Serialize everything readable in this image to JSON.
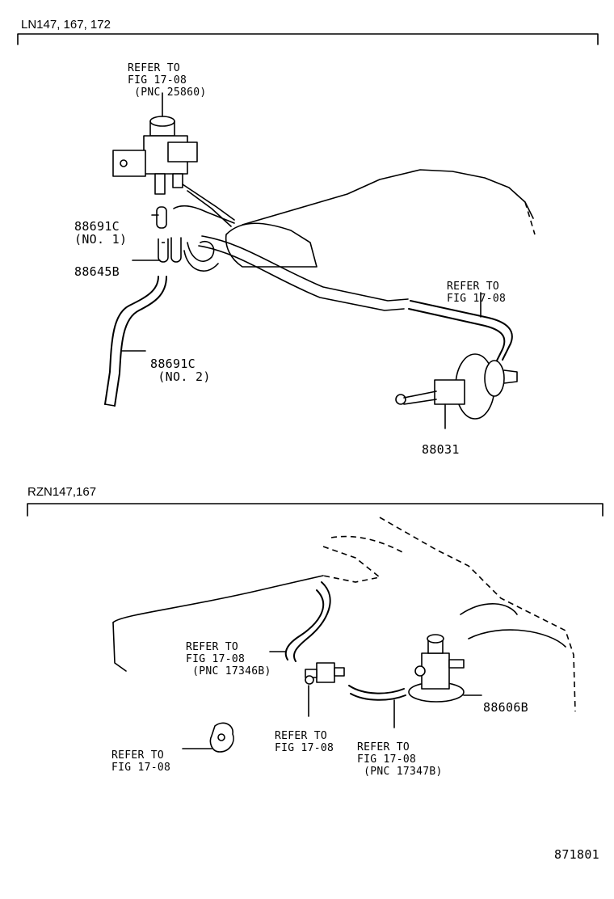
{
  "section_top": {
    "model_label": "LN147, 167, 172",
    "callouts": [
      {
        "id": "refer-a",
        "lines": [
          "REFER TO",
          "FIG 17-08",
          " (PNC 25860)"
        ]
      },
      {
        "id": "part-88691c-1",
        "lines": [
          "88691C",
          "(NO. 1)"
        ]
      },
      {
        "id": "part-88645b",
        "lines": [
          "88645B"
        ]
      },
      {
        "id": "part-88691c-2",
        "lines": [
          "88691C",
          " (NO. 2)"
        ]
      },
      {
        "id": "refer-b",
        "lines": [
          "REFER TO",
          "FIG 17-08"
        ]
      },
      {
        "id": "part-88031",
        "lines": [
          "88031"
        ]
      }
    ]
  },
  "section_bottom": {
    "model_label": "RZN147,167",
    "callouts": [
      {
        "id": "refer-c",
        "lines": [
          "REFER TO",
          "FIG 17-08",
          " (PNC 17346B)"
        ]
      },
      {
        "id": "refer-d",
        "lines": [
          "REFER TO",
          "FIG 17-08"
        ]
      },
      {
        "id": "refer-e",
        "lines": [
          "REFER TO",
          "FIG 17-08",
          " (PNC 17347B)"
        ]
      },
      {
        "id": "part-88606b",
        "lines": [
          "88606B"
        ]
      },
      {
        "id": "refer-f",
        "lines": [
          "REFER TO",
          "FIG 17-08"
        ]
      }
    ]
  },
  "figure_id": "871801"
}
